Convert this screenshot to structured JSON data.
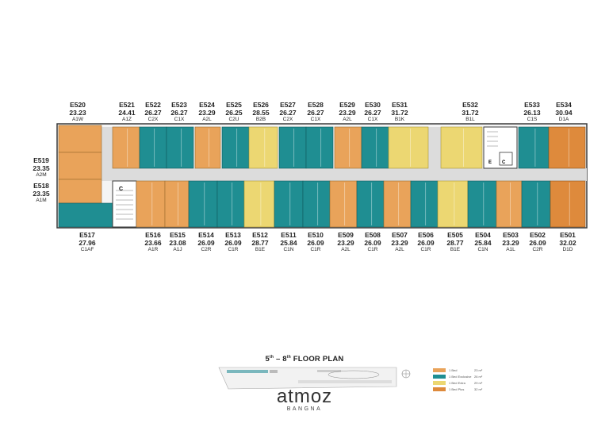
{
  "colors": {
    "orange": "#e9a35a",
    "teal": "#1f8e92",
    "yellow": "#ecd772",
    "deep_orange": "#de8a3c",
    "corridor": "#dcdcdc",
    "outline": "#3a3a3a"
  },
  "plan": {
    "title_pre": "5",
    "title_sup1": "th",
    "title_mid": " – 8",
    "title_sup2": "th",
    "title_post": " FLOOR PLAN"
  },
  "brand": {
    "name": "atmoz",
    "sub": "BANGNA"
  },
  "legend": [
    {
      "label": "1 Bed",
      "size": "23 m²",
      "color": "#e9a35a"
    },
    {
      "label": "1 Bed Exclusive",
      "size": "26 m²",
      "color": "#1f8e92"
    },
    {
      "label": "1 Bed Extra",
      "size": "29 m²",
      "color": "#ecd772"
    },
    {
      "label": "1 Bed Plus",
      "size": "32 m²",
      "color": "#de8a3c"
    }
  ],
  "units_top": [
    {
      "id": "E520",
      "area": "23.23",
      "type": "A1W",
      "color": "orange"
    },
    {
      "id": "E521",
      "area": "24.41",
      "type": "A1Z",
      "color": "orange"
    },
    {
      "id": "E522",
      "area": "26.27",
      "type": "C2X",
      "color": "teal"
    },
    {
      "id": "E523",
      "area": "26.27",
      "type": "C1X",
      "color": "teal"
    },
    {
      "id": "E524",
      "area": "23.29",
      "type": "A2L",
      "color": "orange"
    },
    {
      "id": "E525",
      "area": "26.25",
      "type": "C2U",
      "color": "teal"
    },
    {
      "id": "E526",
      "area": "28.55",
      "type": "B2B",
      "color": "yellow"
    },
    {
      "id": "E527",
      "area": "26.27",
      "type": "C2X",
      "color": "teal"
    },
    {
      "id": "E528",
      "area": "26.27",
      "type": "C1X",
      "color": "teal"
    },
    {
      "id": "E529",
      "area": "23.29",
      "type": "A2L",
      "color": "orange"
    },
    {
      "id": "E530",
      "area": "26.27",
      "type": "C1X",
      "color": "teal"
    },
    {
      "id": "E531",
      "area": "31.72",
      "type": "B1K",
      "color": "yellow"
    },
    {
      "id": "E532",
      "area": "31.72",
      "type": "B1L",
      "color": "yellow"
    },
    {
      "id": "E533",
      "area": "26.13",
      "type": "C1S",
      "color": "teal"
    },
    {
      "id": "E534",
      "area": "30.94",
      "type": "D1A",
      "color": "deep_orange"
    }
  ],
  "units_left": [
    {
      "id": "E519",
      "area": "23.35",
      "type": "A2M"
    },
    {
      "id": "E518",
      "area": "23.35",
      "type": "A1M"
    }
  ],
  "units_bottom": [
    {
      "id": "E517",
      "area": "27.96",
      "type": "C1AF",
      "color": "teal"
    },
    {
      "id": "E516",
      "area": "23.66",
      "type": "A1R",
      "color": "orange"
    },
    {
      "id": "E515",
      "area": "23.08",
      "type": "A1J",
      "color": "orange"
    },
    {
      "id": "E514",
      "area": "26.09",
      "type": "C2R",
      "color": "teal"
    },
    {
      "id": "E513",
      "area": "26.09",
      "type": "C1R",
      "color": "teal"
    },
    {
      "id": "E512",
      "area": "28.77",
      "type": "B1E",
      "color": "yellow"
    },
    {
      "id": "E511",
      "area": "25.84",
      "type": "C1N",
      "color": "teal"
    },
    {
      "id": "E510",
      "area": "26.09",
      "type": "C1R",
      "color": "teal"
    },
    {
      "id": "E509",
      "area": "23.29",
      "type": "A2L",
      "color": "orange"
    },
    {
      "id": "E508",
      "area": "26.09",
      "type": "C1R",
      "color": "teal"
    },
    {
      "id": "E507",
      "area": "23.29",
      "type": "A2L",
      "color": "orange"
    },
    {
      "id": "E506",
      "area": "26.09",
      "type": "C1R",
      "color": "teal"
    },
    {
      "id": "E505",
      "area": "28.77",
      "type": "B1E",
      "color": "yellow"
    },
    {
      "id": "E504",
      "area": "25.84",
      "type": "C1N",
      "color": "teal"
    },
    {
      "id": "E503",
      "area": "23.29",
      "type": "A1L",
      "color": "orange"
    },
    {
      "id": "E502",
      "area": "26.09",
      "type": "C2R",
      "color": "teal"
    },
    {
      "id": "E501",
      "area": "32.02",
      "type": "D1D",
      "color": "deep_orange"
    }
  ]
}
